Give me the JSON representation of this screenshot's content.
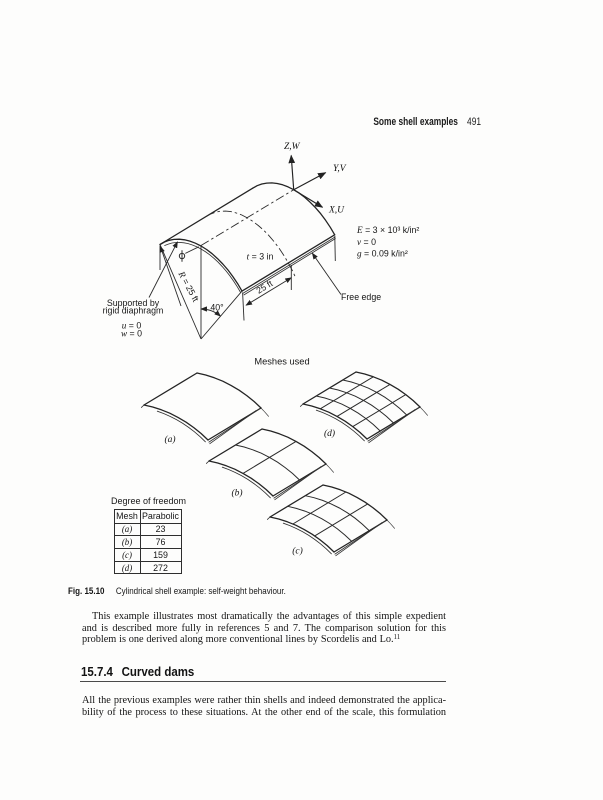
{
  "header": {
    "title": "Some shell examples",
    "page_number": "491"
  },
  "figure": {
    "axes": {
      "z": "Z,W",
      "y": "Y,V",
      "x": "X,U"
    },
    "material": {
      "e_var": "E",
      "e_rest": " = 3 × 10³ k/in²",
      "nu_var": "ν",
      "nu_rest": " = 0",
      "g_var": "g",
      "g_rest": " = 0.09 k/in²"
    },
    "labels": {
      "thickness_var": "t",
      "thickness_rest": " = 3 in",
      "span": "25 ft",
      "radius_var": "R",
      "radius_rest": " = 25 ft",
      "angle": "40°",
      "free_edge": "Free edge",
      "support_line1": "Supported by",
      "support_line2": "rigid diaphragm",
      "u_var": "u",
      "u_rest": " = 0",
      "w_var": "w",
      "w_rest": " = 0"
    },
    "meshes_title": "Meshes used",
    "mesh_labels": {
      "a": "(a)",
      "b": "(b)",
      "c": "(c)",
      "d": "(d)"
    },
    "table": {
      "title": "Degree of freedom",
      "columns": [
        "Mesh",
        "Parabolic"
      ],
      "rows": [
        [
          "(a)",
          "23"
        ],
        [
          "(b)",
          "76"
        ],
        [
          "(c)",
          "159"
        ],
        [
          "(d)",
          "272"
        ]
      ]
    },
    "caption": {
      "label": "Fig. 15.10",
      "text": "Cylindrical shell example: self-weight behaviour."
    }
  },
  "content": {
    "para1_line1": "This example illustrates most dramatically the advantages of this simple expedient",
    "para1_line2": "and is described more fully in references 5 and 7.  The comparison solution for this",
    "para1_line3": "problem is one derived along more conventional lines by Scordelis and Lo.",
    "para1_sup": "11",
    "section": {
      "number": "15.7.4",
      "title": "Curved dams"
    },
    "para2_line1": "All the previous examples were rather thin shells and indeed demonstrated the applica-",
    "para2_line2": "bility of the process to these situations.  At the other end of the scale, this formulation"
  }
}
